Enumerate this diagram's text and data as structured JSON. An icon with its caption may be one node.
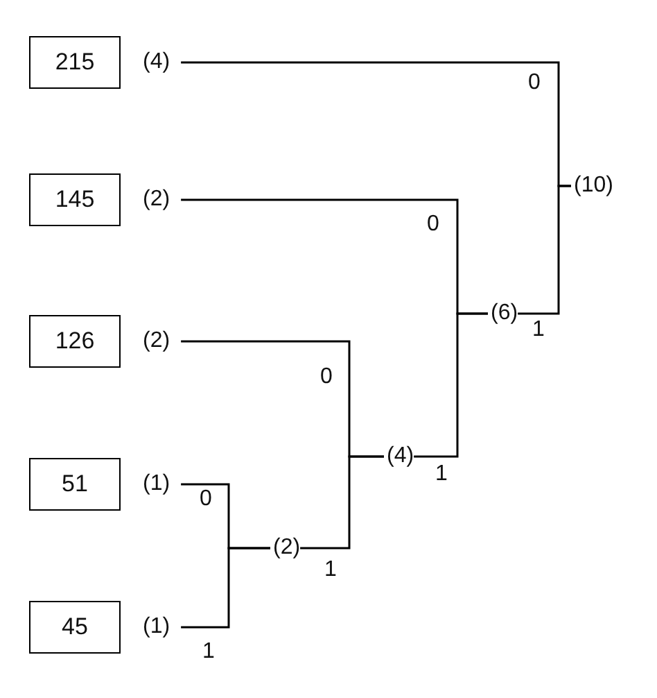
{
  "diagram": {
    "nodes": [
      {
        "text": [
          "215"
        ],
        "beside": [
          "(4)"
        ]
      },
      {
        "text": [
          "145"
        ],
        "beside": [
          "(2)"
        ]
      },
      {
        "text": [
          "126"
        ],
        "beside": [
          "(2)"
        ]
      },
      {
        "text": [
          "51"
        ],
        "beside": [
          "(1)"
        ]
      },
      {
        "text": [
          "45"
        ],
        "beside": [
          "(1)"
        ]
      },
      {
        "text": [
          "(2)"
        ]
      },
      {
        "text": [
          "(4)"
        ]
      },
      {
        "text": [
          "(6)"
        ]
      },
      {
        "text": [
          "(10)"
        ]
      }
    ],
    "edges": [
      {
        "from": 3,
        "to": 5,
        "arrow": "none",
        "label": "0"
      },
      {
        "from": 4,
        "to": 5,
        "arrow": "none",
        "label": "1"
      },
      {
        "from": 2,
        "to": 6,
        "arrow": "none",
        "label": "0"
      },
      {
        "from": 5,
        "to": 6,
        "arrow": "none",
        "label": "1"
      },
      {
        "from": 1,
        "to": 7,
        "arrow": "none",
        "label": "0"
      },
      {
        "from": 6,
        "to": 7,
        "arrow": "none",
        "label": "1"
      },
      {
        "from": 0,
        "to": 8,
        "arrow": "none",
        "label": "0"
      },
      {
        "from": 7,
        "to": 8,
        "arrow": "none",
        "label": "1"
      }
    ]
  }
}
